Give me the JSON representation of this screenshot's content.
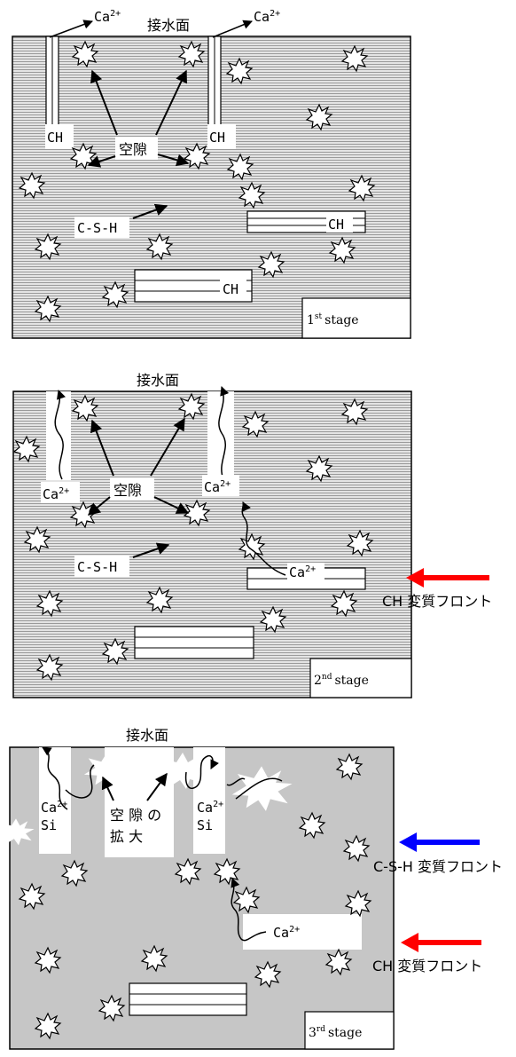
{
  "panels": [
    {
      "stage_number": "1",
      "stage_suffix": "st",
      "stage_word": "stage",
      "surface_label": "接水面",
      "void_label": "空隙",
      "csh_label": "C-S-H",
      "ch_labels": [
        "CH",
        "CH",
        "CH",
        "CH"
      ],
      "ca_labels": [
        "Ca",
        "Ca"
      ],
      "ion_charge": "2+"
    },
    {
      "stage_number": "2",
      "stage_suffix": "nd",
      "stage_word": "stage",
      "surface_label": "接水面",
      "void_label": "空隙",
      "csh_label": "C-S-H",
      "ca_labels": [
        "Ca",
        "Ca",
        "Ca"
      ],
      "ion_charge": "2+",
      "front_labels": [
        "CH 変質フロント"
      ]
    },
    {
      "stage_number": "3",
      "stage_suffix": "rd",
      "stage_word": "stage",
      "surface_label": "接水面",
      "void_label_lines": [
        "空 隙 の",
        "拡 大"
      ],
      "ca_labels": [
        "Ca",
        "Ca",
        "Ca"
      ],
      "si_labels": [
        "Si",
        "Si"
      ],
      "ion_charge": "2+",
      "front_labels": [
        "C-S-H 変質フロント",
        "CH 変質フロント"
      ]
    }
  ],
  "colors": {
    "matrix_hatched": "#b8b8b8",
    "matrix_solid": "#c6c6c6",
    "arrow_red": "#ff0000",
    "arrow_blue": "#0000ff",
    "outline": "#000000"
  }
}
